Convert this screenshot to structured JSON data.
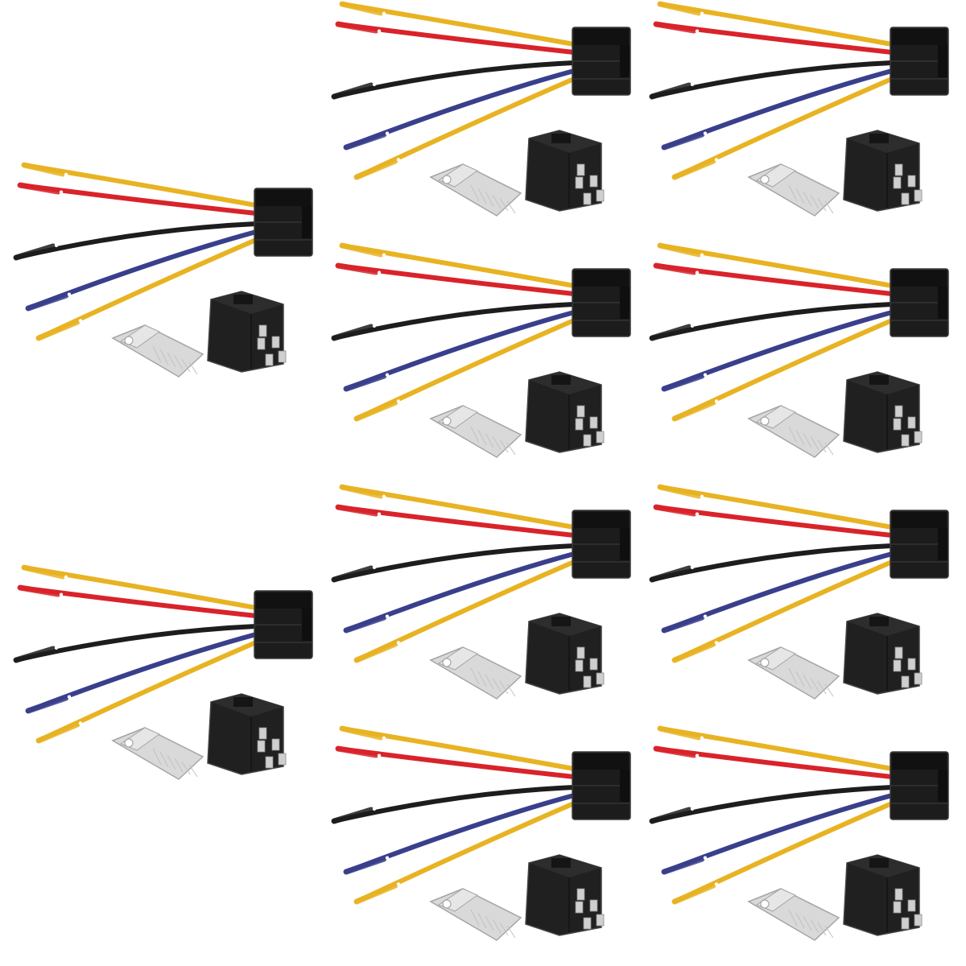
{
  "colors": {
    "background": "#ffffff",
    "wire_yellow": "#e8b323",
    "wire_red": "#d9232a",
    "wire_black": "#1d1d1d",
    "wire_blue": "#3a3f8c",
    "insulation_tip": "#f2d36b",
    "socket_body": "#1c1c1c",
    "socket_edge": "#3a3a3a",
    "relay_body": "#202020",
    "relay_edge": "#444444",
    "terminal": "#cfcfcf",
    "bracket": "#d9d9d9",
    "bracket_edge": "#a5a5a5"
  },
  "product": {
    "name": "relay-socket-kit",
    "components": [
      "wire-harness",
      "relay-socket",
      "relay",
      "mounting-bracket"
    ],
    "wire_order": [
      "wire_yellow",
      "wire_red",
      "wire_black",
      "wire_blue",
      "wire_yellow"
    ],
    "kit_count": 10
  }
}
